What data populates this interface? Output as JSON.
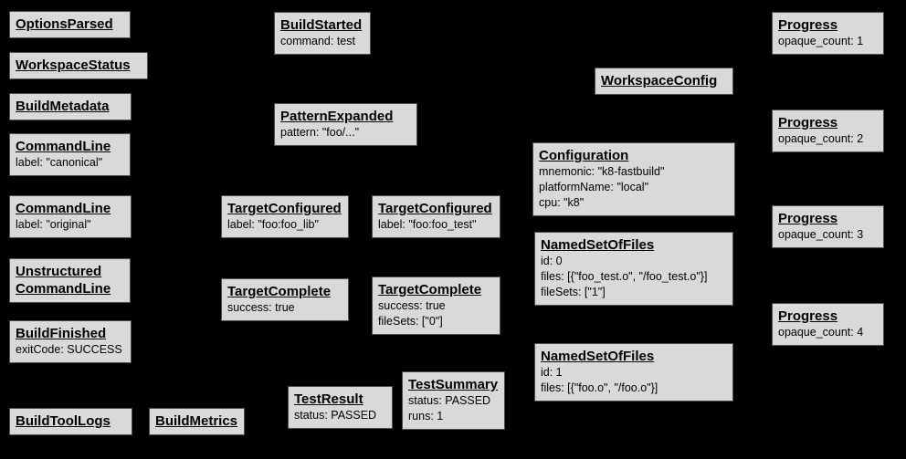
{
  "diagram": {
    "background_color": "#000000",
    "node_fill_color": "#d9d9d9",
    "node_border_color": "#4d4d4d",
    "node_text_color": "#000000",
    "boxes": [
      {
        "title": "OptionsParsed",
        "lines": []
      },
      {
        "title": "WorkspaceStatus",
        "lines": []
      },
      {
        "title": "BuildMetadata",
        "lines": []
      },
      {
        "title": "CommandLine",
        "lines": [
          "label: \"canonical\""
        ]
      },
      {
        "title": "CommandLine",
        "lines": [
          "label: \"original\""
        ]
      },
      {
        "title": "Unstructured CommandLine",
        "lines": []
      },
      {
        "title": "BuildFinished",
        "lines": [
          "exitCode: SUCCESS"
        ]
      },
      {
        "title": "BuildToolLogs",
        "lines": []
      },
      {
        "title": "BuildMetrics",
        "lines": []
      },
      {
        "title": "BuildStarted",
        "lines": [
          "command: test"
        ]
      },
      {
        "title": "PatternExpanded",
        "lines": [
          "pattern: \"foo/...\""
        ]
      },
      {
        "title": "TargetConfigured",
        "lines": [
          "label: \"foo:foo_lib\""
        ]
      },
      {
        "title": "TargetConfigured",
        "lines": [
          "label: \"foo:foo_test\""
        ]
      },
      {
        "title": "TargetComplete",
        "lines": [
          "success: true"
        ]
      },
      {
        "title": "TargetComplete",
        "lines": [
          "success: true",
          "fileSets: [\"0\"]"
        ]
      },
      {
        "title": "TestResult",
        "lines": [
          "status: PASSED"
        ]
      },
      {
        "title": "TestSummary",
        "lines": [
          "status: PASSED",
          "runs: 1"
        ]
      },
      {
        "title": "WorkspaceConfig",
        "lines": []
      },
      {
        "title": "Configuration",
        "lines": [
          "mnemonic: \"k8-fastbuild\"",
          "platformName: \"local\"",
          "cpu: \"k8\""
        ]
      },
      {
        "title": "NamedSetOfFiles",
        "lines": [
          "id: 0",
          "files: [{\"foo_test.o\", \"/foo_test.o\"}]",
          "fileSets: [\"1\"]"
        ]
      },
      {
        "title": "NamedSetOfFiles",
        "lines": [
          "id: 1",
          "files: [{\"foo.o\", \"/foo.o\"}]"
        ]
      },
      {
        "title": "Progress",
        "lines": [
          "opaque_count: 1"
        ]
      },
      {
        "title": "Progress",
        "lines": [
          "opaque_count: 2"
        ]
      },
      {
        "title": "Progress",
        "lines": [
          "opaque_count: 3"
        ]
      },
      {
        "title": "Progress",
        "lines": [
          "opaque_count: 4"
        ]
      }
    ]
  }
}
